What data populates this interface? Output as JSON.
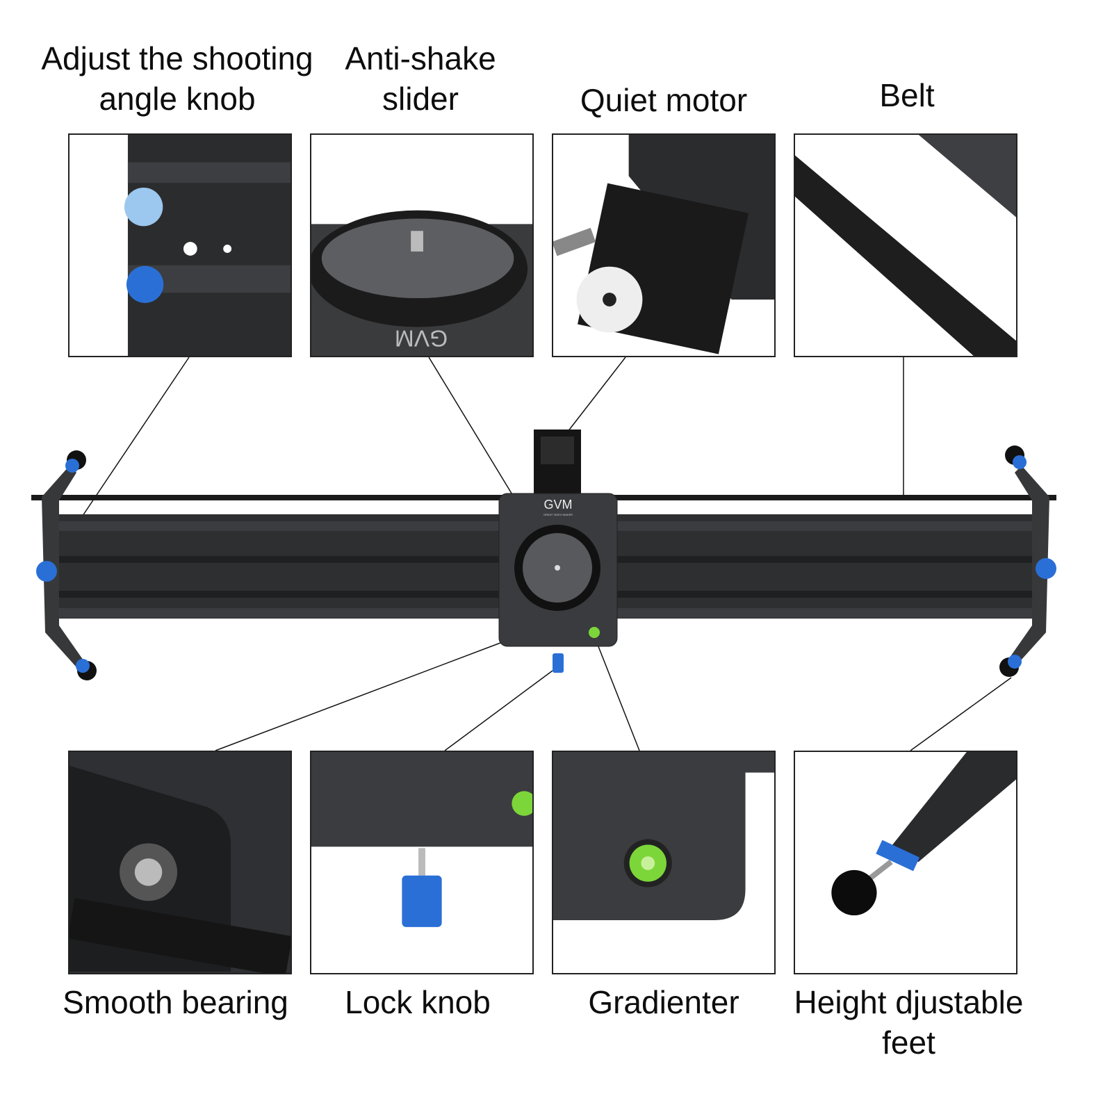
{
  "top_labels": [
    {
      "text": "Adjust the shooting\nangle knob"
    },
    {
      "text": "Anti-shake\nslider"
    },
    {
      "text": "Quiet motor"
    },
    {
      "text": "Belt"
    }
  ],
  "bottom_labels": [
    {
      "text": "Smooth bearing"
    },
    {
      "text": "Lock knob"
    },
    {
      "text": "Gradienter"
    },
    {
      "text": "Height  djustable\nfeet"
    }
  ],
  "logo": {
    "brand": "GVM",
    "tagline": "GREAT VIDEO MAKER"
  },
  "colors": {
    "accent_blue": "#2a6fd6",
    "level_green": "#7cd63a",
    "metal_dark": "#2b2c2e"
  }
}
